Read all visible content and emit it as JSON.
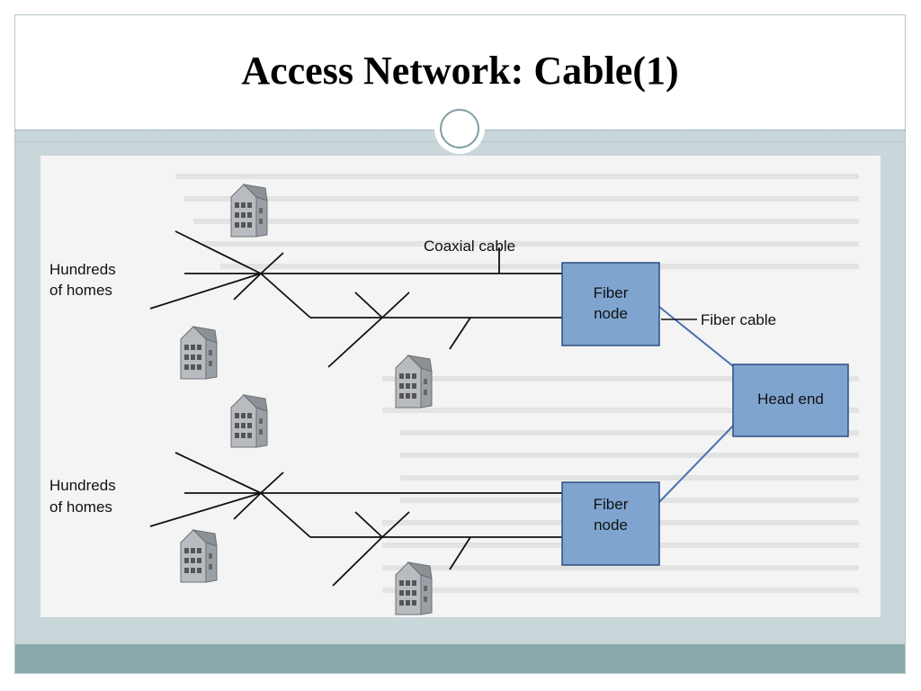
{
  "slide": {
    "title": "Access Network: Cable(1)"
  },
  "diagram": {
    "coaxial_label": "Coaxial cable",
    "fiber_cable_label": "Fiber cable",
    "fiber_node_line1": "Fiber",
    "fiber_node_line2": "node",
    "head_end_label": "Head end",
    "homes_line1": "Hundreds",
    "homes_line2": "of homes"
  },
  "colors": {
    "box_fill": "#7fa4cf",
    "fiber_line": "#4a6fb0",
    "accent_bar": "#8aa8ab"
  }
}
